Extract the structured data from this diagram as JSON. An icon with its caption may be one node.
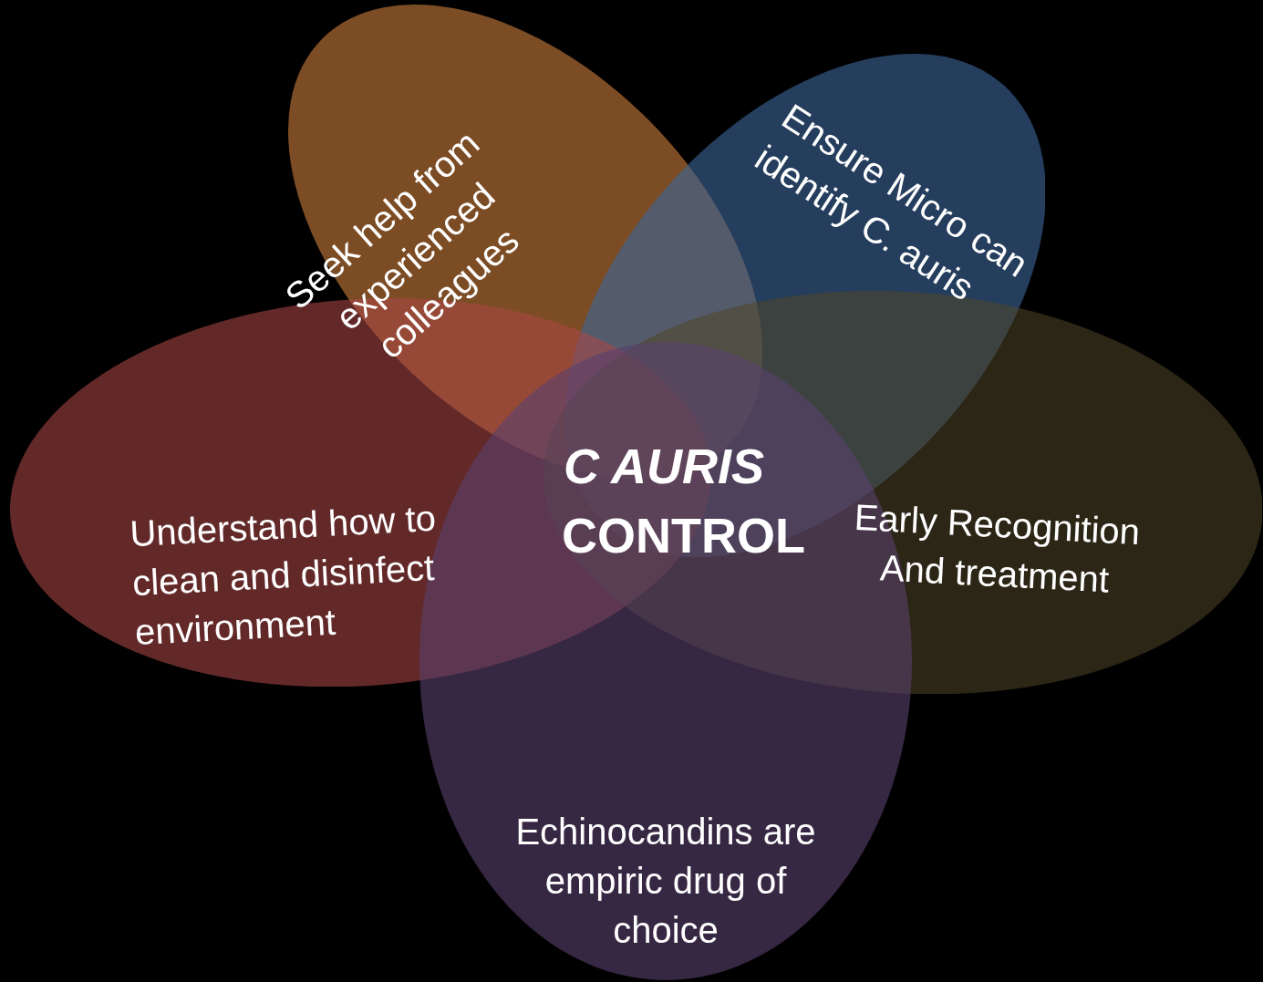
{
  "diagram": {
    "nodes": [
      {
        "text": [
          "Seek help from experienced colleagues"
        ]
      },
      {
        "text": [
          "Ensure Micro can identify C. auris"
        ]
      },
      {
        "text": [
          "Understand how to clean and disinfect environment"
        ]
      },
      {
        "text": [
          "Early Recognition And treatment"
        ]
      },
      {
        "text": [
          "Echinocandins are empiric drug of choice"
        ]
      }
    ],
    "labels": [
      "C AURIS",
      "CONTROL"
    ]
  }
}
